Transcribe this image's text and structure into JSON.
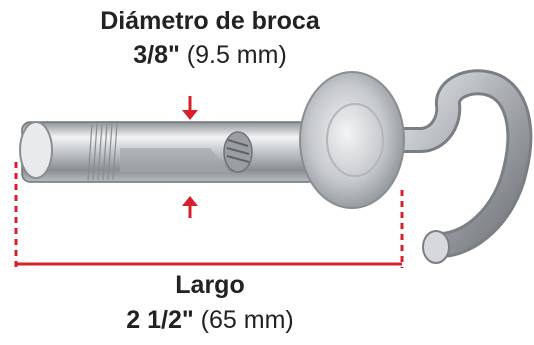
{
  "diameter": {
    "title": "Diámetro de broca",
    "value_bold": "3/8\"",
    "value_metric": "(9.5 mm)"
  },
  "length": {
    "title": "Largo",
    "value_bold": "2 1/2\"",
    "value_metric": "(65 mm)"
  },
  "colors": {
    "accent": "#d6202c",
    "metal": "#c9ccd0",
    "text": "#222222"
  },
  "icons": [
    "arrow-down-icon",
    "arrow-up-icon",
    "hook-anchor-image",
    "dimension-line"
  ]
}
